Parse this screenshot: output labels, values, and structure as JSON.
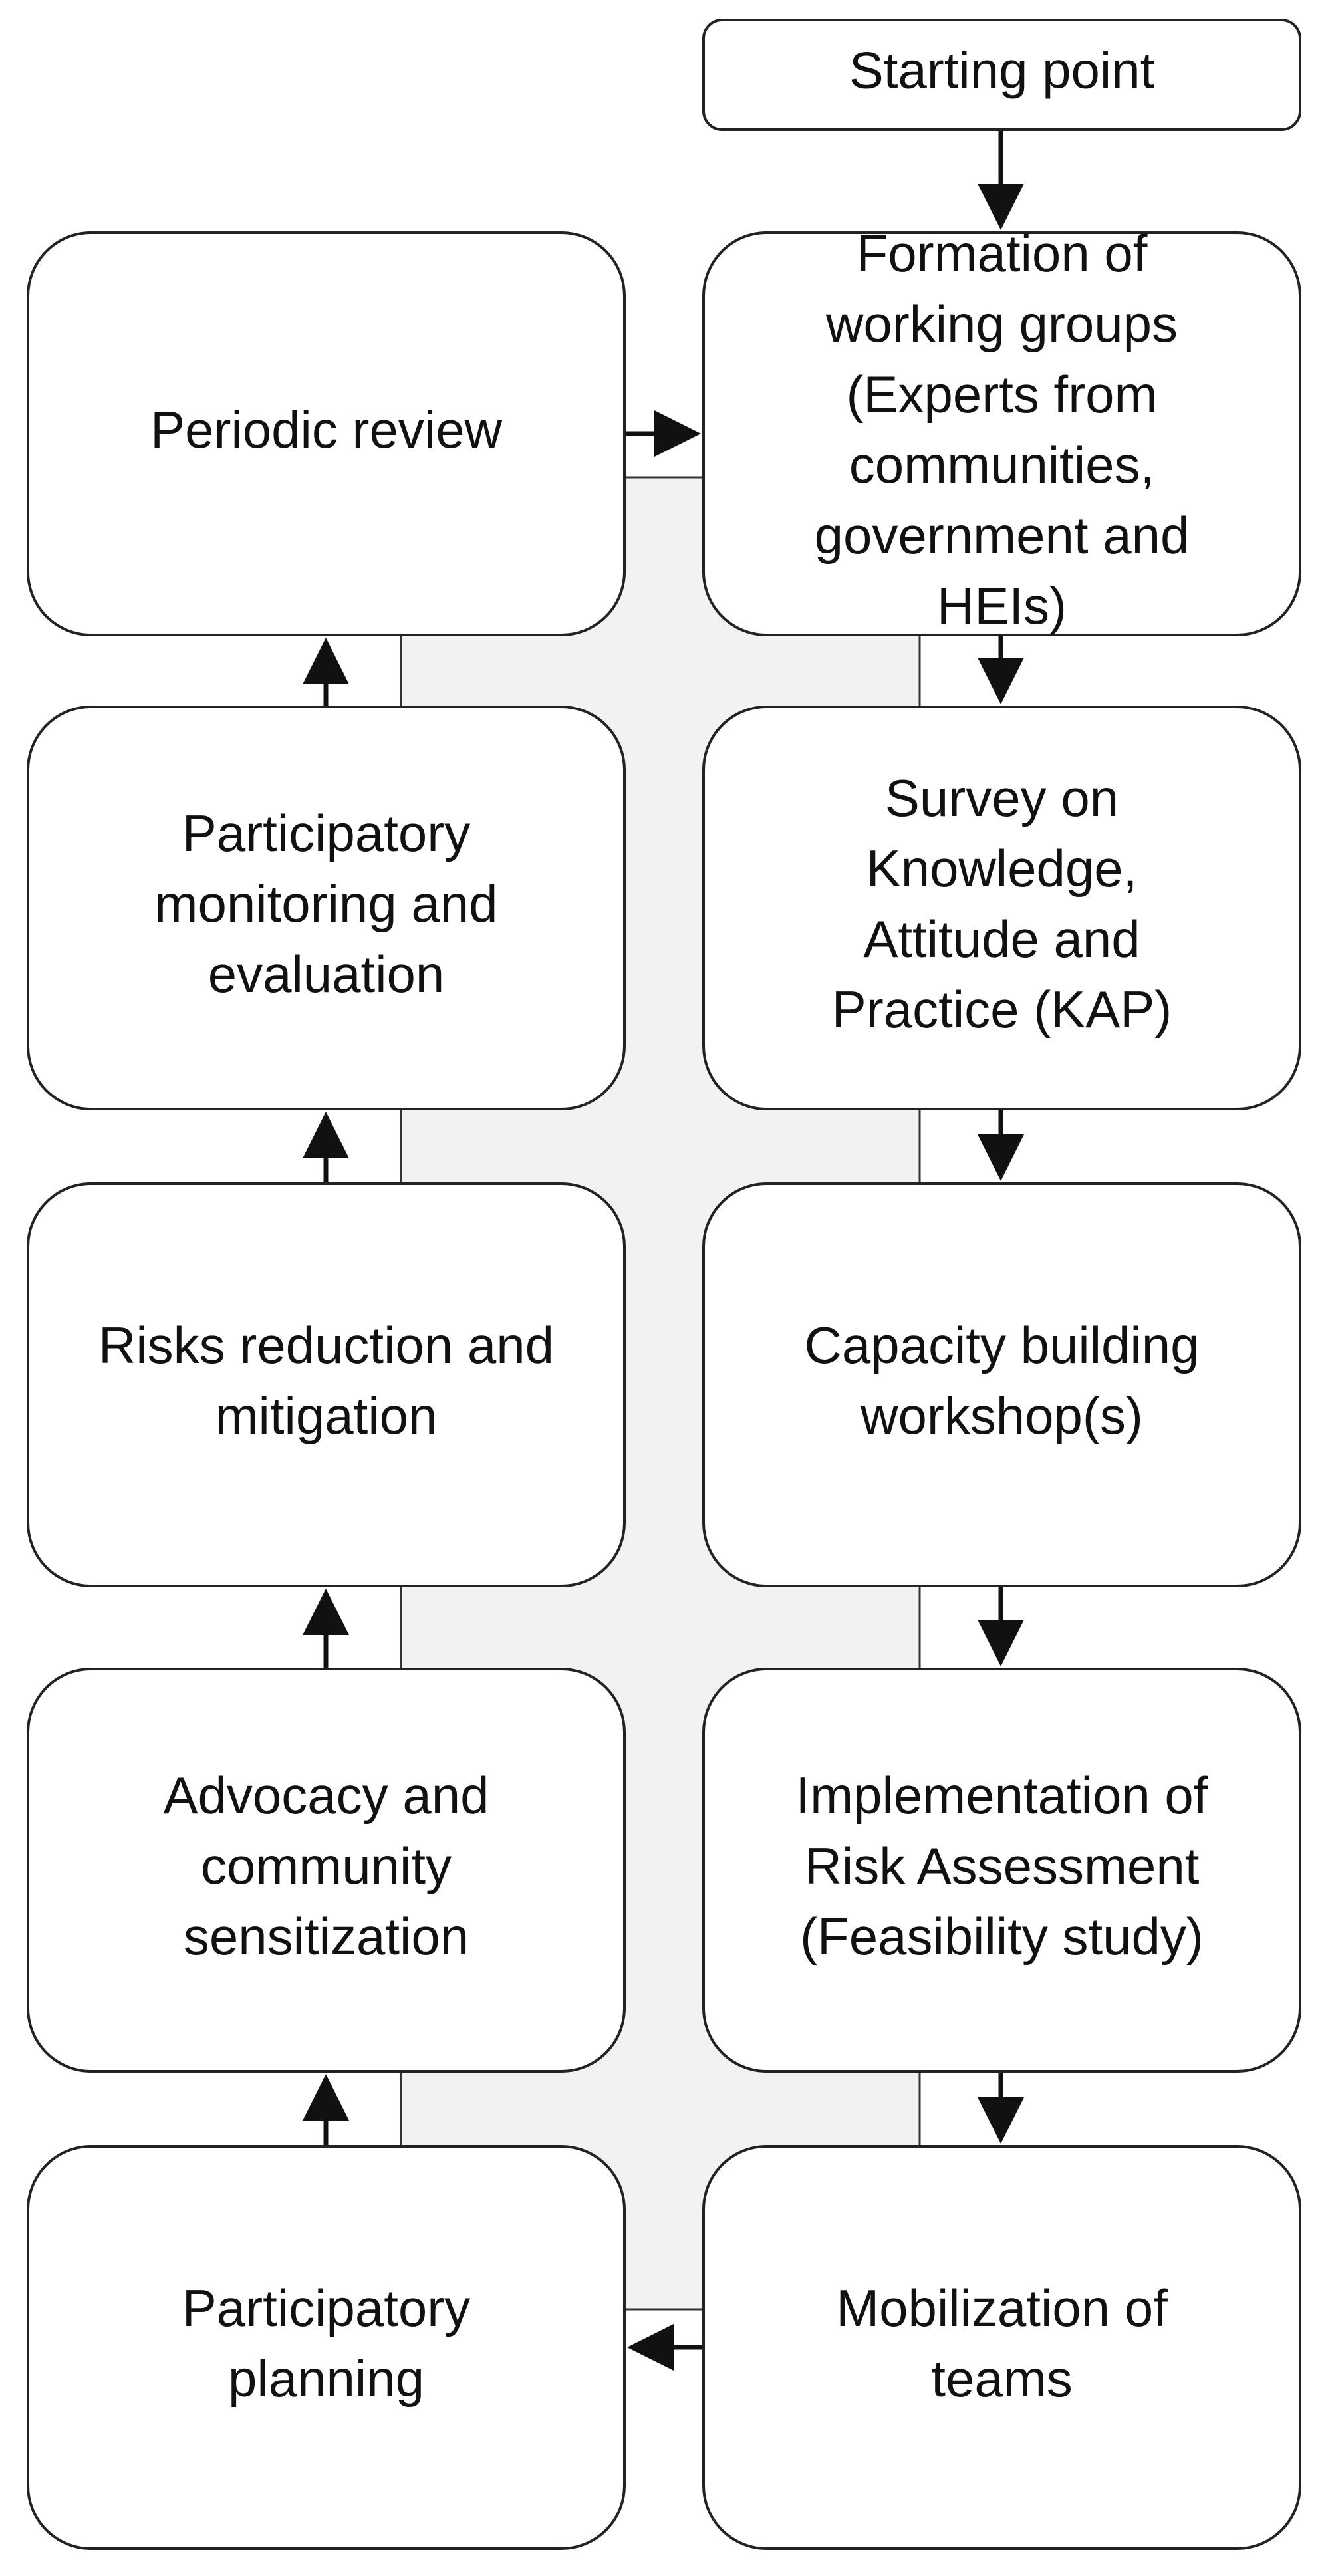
{
  "diagram": {
    "start": {
      "label": "Starting point"
    },
    "left_column": [
      {
        "id": "periodic-review",
        "lines": [
          "Periodic review"
        ]
      },
      {
        "id": "participatory-monitoring",
        "lines": [
          "Participatory",
          "monitoring and",
          "evaluation"
        ]
      },
      {
        "id": "risks-reduction",
        "lines": [
          "Risks reduction and",
          "mitigation"
        ]
      },
      {
        "id": "advocacy",
        "lines": [
          "Advocacy and",
          "community",
          "sensitization"
        ]
      },
      {
        "id": "participatory-planning",
        "lines": [
          "Participatory",
          "planning"
        ]
      }
    ],
    "right_column": [
      {
        "id": "formation-working-groups",
        "lines": [
          "Formation of",
          "working groups",
          "(Experts from",
          "communities,",
          "government and",
          "HEIs)"
        ]
      },
      {
        "id": "survey-kap",
        "lines": [
          "Survey on",
          "Knowledge,",
          "Attitude and",
          "Practice (KAP)"
        ]
      },
      {
        "id": "capacity-building",
        "lines": [
          "Capacity building",
          "workshop(s)"
        ]
      },
      {
        "id": "risk-assessment",
        "lines": [
          "Implementation of",
          "Risk Assessment",
          "(Feasibility study)"
        ]
      },
      {
        "id": "mobilization",
        "lines": [
          "Mobilization of",
          "teams"
        ]
      }
    ],
    "colors": {
      "stroke": "#222222",
      "box_fill": "#ffffff",
      "band_fill": "#f2f2f2",
      "text": "#111111"
    }
  }
}
